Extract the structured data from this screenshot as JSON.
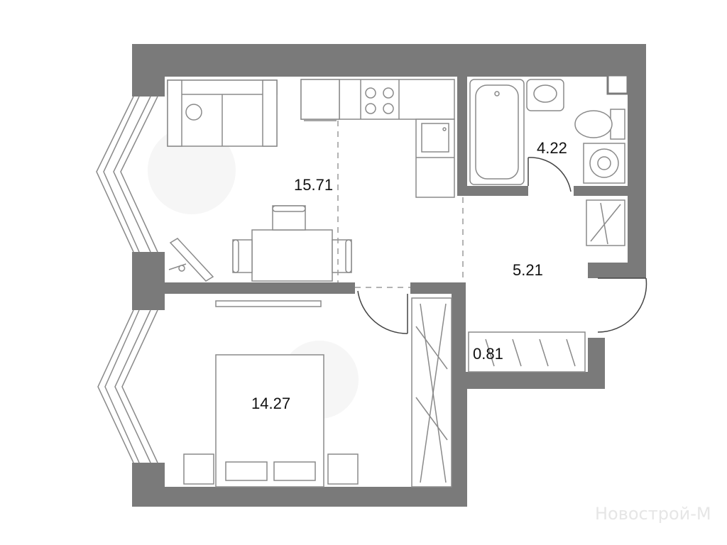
{
  "rooms": {
    "kitchen_living": {
      "area": "15.71"
    },
    "bathroom": {
      "area": "4.22"
    },
    "hallway": {
      "area": "5.21"
    },
    "storage": {
      "area": "0.81"
    },
    "bedroom": {
      "area": "14.27"
    }
  },
  "watermark": "Новострой-М",
  "colors": {
    "wall": "#7a7a7a",
    "furniture_stroke": "#8a8a8a",
    "text": "#111111"
  }
}
